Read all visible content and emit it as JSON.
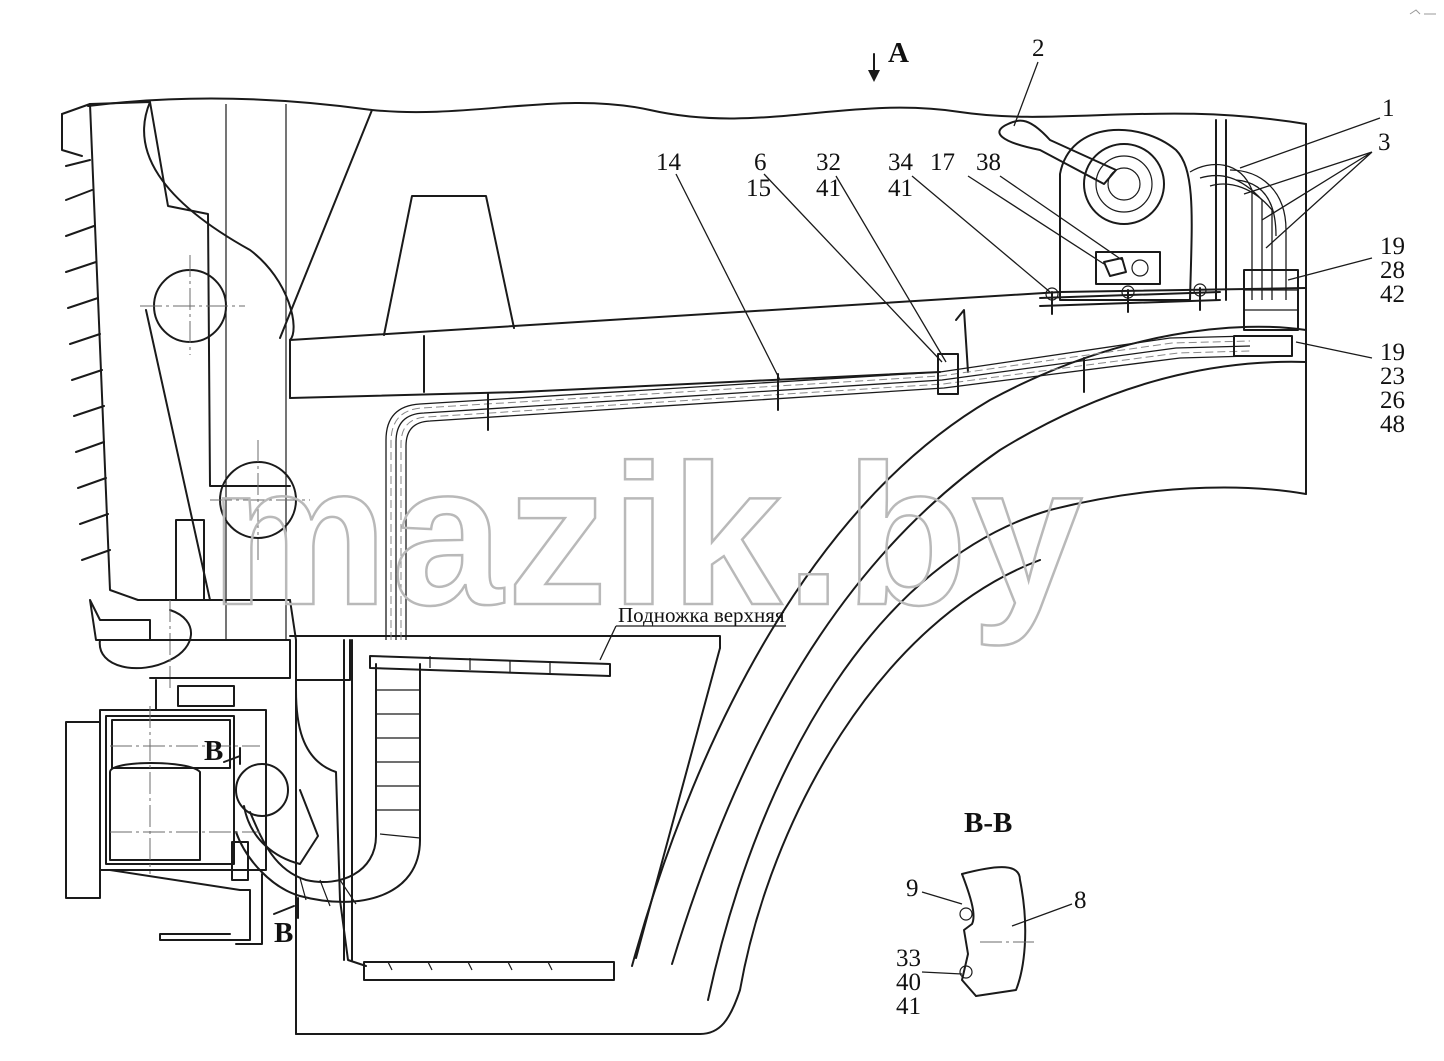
{
  "view_label": "A",
  "section_title": "B-B",
  "section_marks": [
    "B",
    "B"
  ],
  "note_text": "Подножка верхняя",
  "watermark": "mazik.by",
  "callouts": [
    {
      "id": "c2",
      "lines": [
        "2"
      ]
    },
    {
      "id": "c1",
      "lines": [
        "1"
      ]
    },
    {
      "id": "c3",
      "lines": [
        "3"
      ]
    },
    {
      "id": "c14",
      "lines": [
        "14"
      ]
    },
    {
      "id": "c6",
      "lines": [
        "6",
        "15"
      ]
    },
    {
      "id": "c32",
      "lines": [
        "32",
        "41"
      ]
    },
    {
      "id": "c34",
      "lines": [
        "34",
        "41"
      ]
    },
    {
      "id": "c17",
      "lines": [
        "17"
      ]
    },
    {
      "id": "c38",
      "lines": [
        "38"
      ]
    },
    {
      "id": "c19a",
      "lines": [
        "19",
        "28",
        "42"
      ]
    },
    {
      "id": "c19b",
      "lines": [
        "19",
        "23",
        "26",
        "48"
      ]
    },
    {
      "id": "c9",
      "lines": [
        "9"
      ]
    },
    {
      "id": "c8",
      "lines": [
        "8"
      ]
    },
    {
      "id": "c33",
      "lines": [
        "33",
        "40",
        "41"
      ]
    }
  ]
}
